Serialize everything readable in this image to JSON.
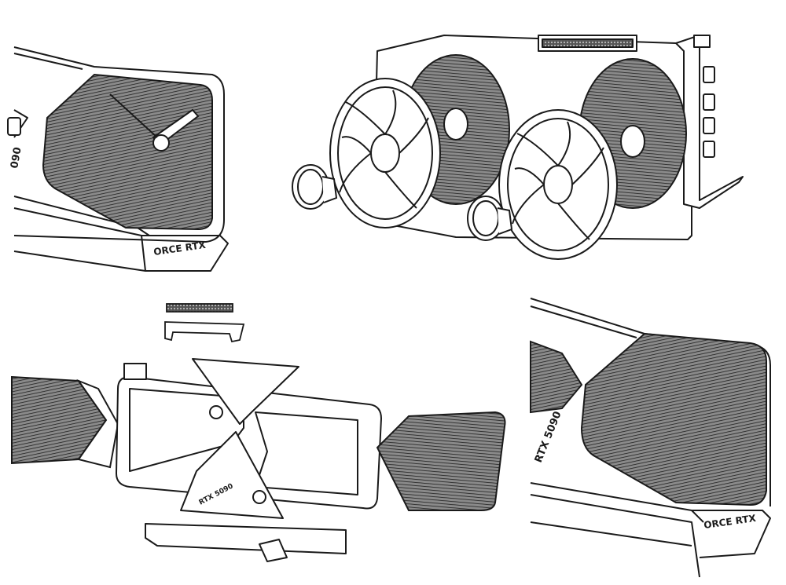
{
  "panels": {
    "p1": {
      "left_label": "090",
      "bottom_label": "ORCE RTX"
    },
    "p2": {},
    "p3": {
      "cover_label": "RTX 5090"
    },
    "p4": {
      "side_label": "RTX 5090",
      "bottom_label": "ORCE RTX"
    }
  },
  "colors": {
    "line": "#1a1a1a",
    "mesh": "#3a3a3a",
    "fill": "#ffffff"
  }
}
